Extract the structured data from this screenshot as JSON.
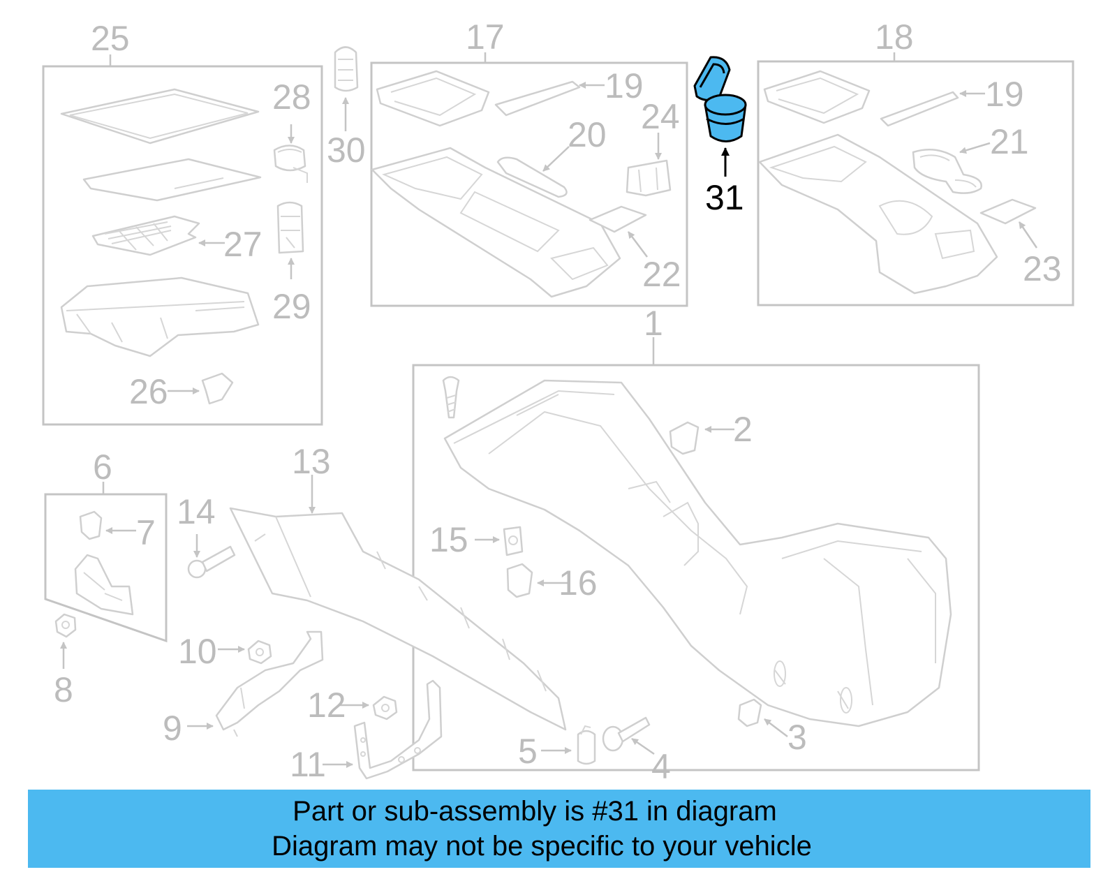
{
  "diagram": {
    "callouts": {
      "c1": "1",
      "c2": "2",
      "c3": "3",
      "c4": "4",
      "c5": "5",
      "c6": "6",
      "c7": "7",
      "c8": "8",
      "c9": "9",
      "c10": "10",
      "c11": "11",
      "c12": "12",
      "c13": "13",
      "c14": "14",
      "c15": "15",
      "c16": "16",
      "c17": "17",
      "c18": "18",
      "c19a": "19",
      "c19b": "19",
      "c20": "20",
      "c21": "21",
      "c22": "22",
      "c23": "23",
      "c24": "24",
      "c25": "25",
      "c26": "26",
      "c27": "27",
      "c28": "28",
      "c29": "29",
      "c30": "30",
      "c31": "31"
    },
    "highlighted_part": "31",
    "highlight_color": "#4cb9f0"
  },
  "footer": {
    "line1": "Part or sub-assembly is #31 in diagram",
    "line2": "Diagram may not be specific to your vehicle",
    "background": "#4cb9f0"
  }
}
